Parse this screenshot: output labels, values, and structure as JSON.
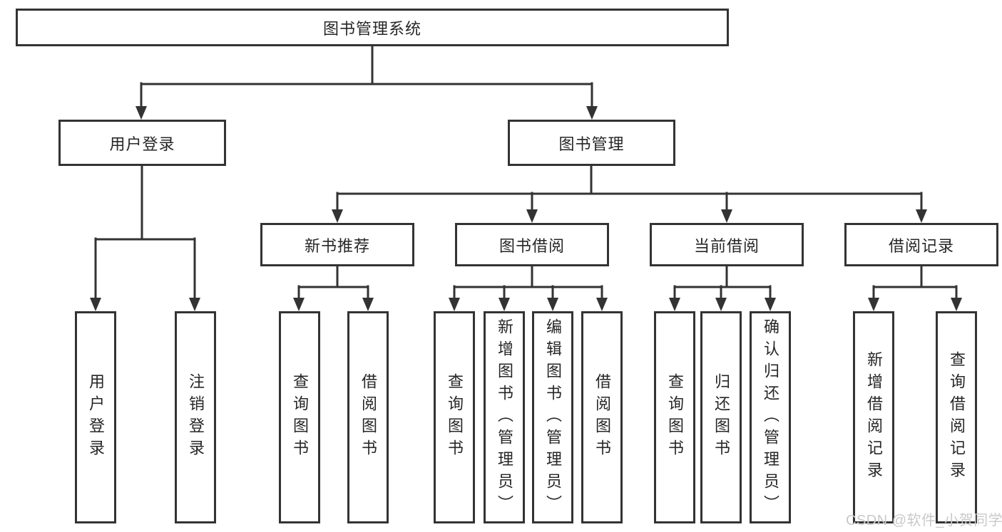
{
  "diagram": {
    "root": "图书管理系统",
    "user_login": {
      "label": "用户登录",
      "children": [
        "用户登录",
        "注销登录"
      ]
    },
    "book_mgmt": {
      "label": "图书管理",
      "sections": [
        {
          "label": "新书推荐",
          "children": [
            "查询图书",
            "借阅图书"
          ]
        },
        {
          "label": "图书借阅",
          "children": [
            "查询图书",
            "新增图书（管理员）",
            "编辑图书（管理员）",
            "借阅图书"
          ]
        },
        {
          "label": "当前借阅",
          "children": [
            "查询图书",
            "归还图书",
            "确认归还（管理员）"
          ]
        },
        {
          "label": "借阅记录",
          "children": [
            "新增借阅记录",
            "查询借阅记录"
          ]
        }
      ]
    },
    "watermark": "CSDN @软件_小贺同学",
    "colors": {
      "line": "#333333",
      "text": "#262626",
      "watermark": "#c9c9c9",
      "background": "#ffffff"
    }
  }
}
